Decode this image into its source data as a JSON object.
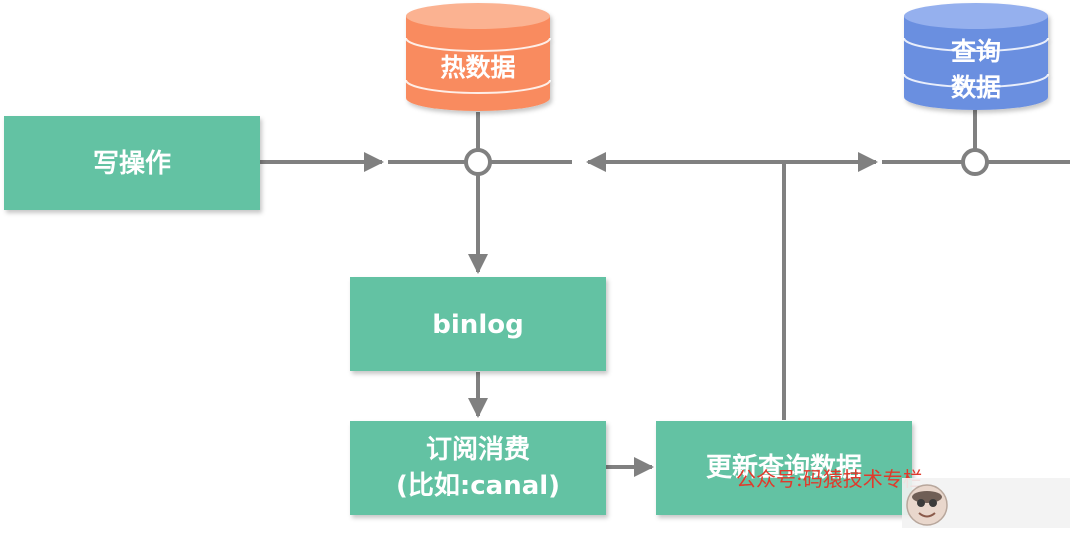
{
  "colors": {
    "box_fill": "#64c2a3",
    "hot_db": "#f98b5e",
    "hot_db_top": "#fbb291",
    "query_db": "#6b8fe0",
    "query_db_top": "#95b0ee",
    "line": "#808080",
    "watermark": "#e03a2c"
  },
  "nodes": {
    "write": "写操作",
    "binlog": "binlog",
    "subscribe_line1": "订阅消费",
    "subscribe_line2": "(比如:canal)",
    "update": "更新查询数据"
  },
  "databases": {
    "hot": "热数据",
    "query_line1": "查询",
    "query_line2": "数据"
  },
  "watermark": {
    "text": "公众号:码猿技术专栏",
    "icon": "monkey-face-icon"
  }
}
